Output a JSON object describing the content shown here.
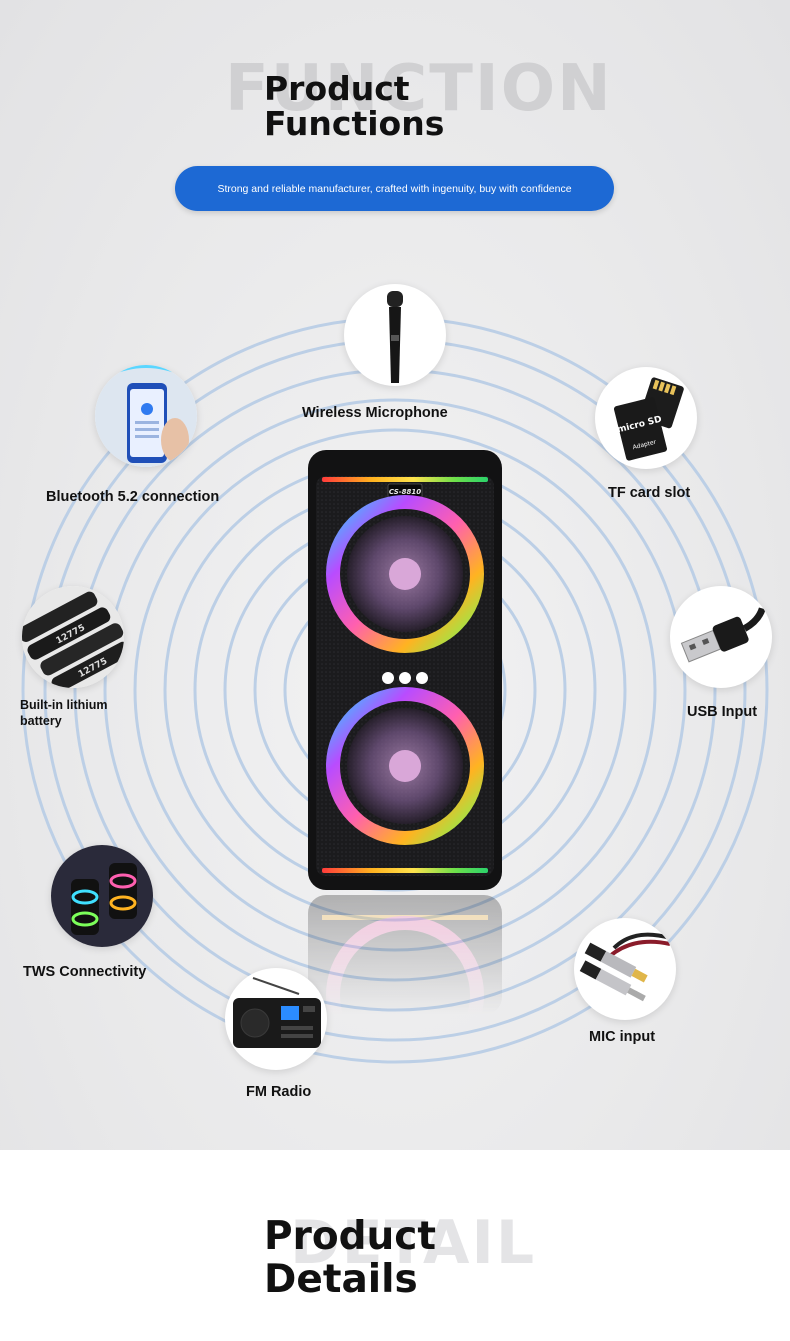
{
  "header": {
    "bg_word": "FUNCTION",
    "title_line1": "Product",
    "title_line2": "Functions",
    "tagline": "Strong and reliable manufacturer, crafted with ingenuity, buy with confidence"
  },
  "speaker": {
    "model": "CS-8810"
  },
  "features": [
    {
      "label": "Wireless Microphone",
      "icon": "microphone-icon"
    },
    {
      "label": "Bluetooth 5.2 connection",
      "icon": "bluetooth-phone-icon"
    },
    {
      "label": "TF card slot",
      "icon": "sd-card-icon"
    },
    {
      "label": "Built-in lithium battery",
      "icon": "battery-icon"
    },
    {
      "label": "USB Input",
      "icon": "usb-icon"
    },
    {
      "label": "TWS Connectivity",
      "icon": "tws-speakers-icon"
    },
    {
      "label": "MIC input",
      "icon": "audio-cable-icon"
    },
    {
      "label": "FM Radio",
      "icon": "radio-icon"
    }
  ],
  "battery_text": "12775",
  "sd_text": "micro SD",
  "sd_adapter": "Adapter",
  "footer": {
    "bg_word": "DETAIL",
    "title_line1": "Product",
    "title_line2": "Details"
  },
  "colors": {
    "accent": "#1d69d4",
    "ring": "#b9cde6"
  }
}
